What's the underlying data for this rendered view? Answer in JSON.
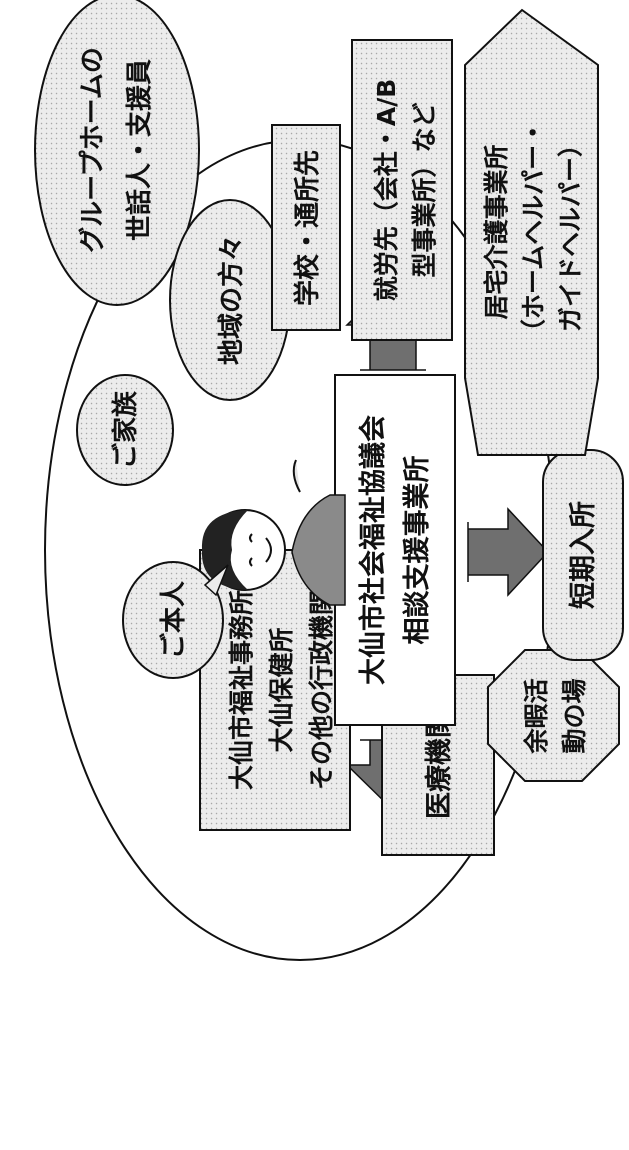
{
  "diagram": {
    "center": {
      "lines": [
        "大仙市社会福祉協議会",
        "相談支援事業所"
      ]
    },
    "person": {
      "label": "ご本人"
    },
    "nodes": {
      "family": {
        "label": "ご家族"
      },
      "community": {
        "label": "地域の方々"
      },
      "school": {
        "label": "学校・通所先"
      },
      "work": {
        "lines": [
          "就労先（会社・A/B",
          "型事業所）など"
        ]
      },
      "homecare": {
        "lines": [
          "居宅介護事業所",
          "（ホームヘルパー・",
          "ガイドヘルパー）"
        ]
      },
      "shortstay": {
        "label": "短期入所"
      },
      "leisure": {
        "lines": [
          "余暇活",
          "動の場"
        ]
      },
      "medical": {
        "label": "医療機関"
      },
      "admin": {
        "lines": [
          "大仙市福祉事務所",
          "大仙保健所",
          "その他の行政機関"
        ]
      },
      "grouphome": {
        "lines": [
          "グループホームの",
          "世話人・支援員"
        ]
      }
    }
  },
  "colors": {
    "ink": "#111111",
    "fill": "#e4e4e4",
    "arrow": "#6f6f6f",
    "background": "#ffffff"
  }
}
